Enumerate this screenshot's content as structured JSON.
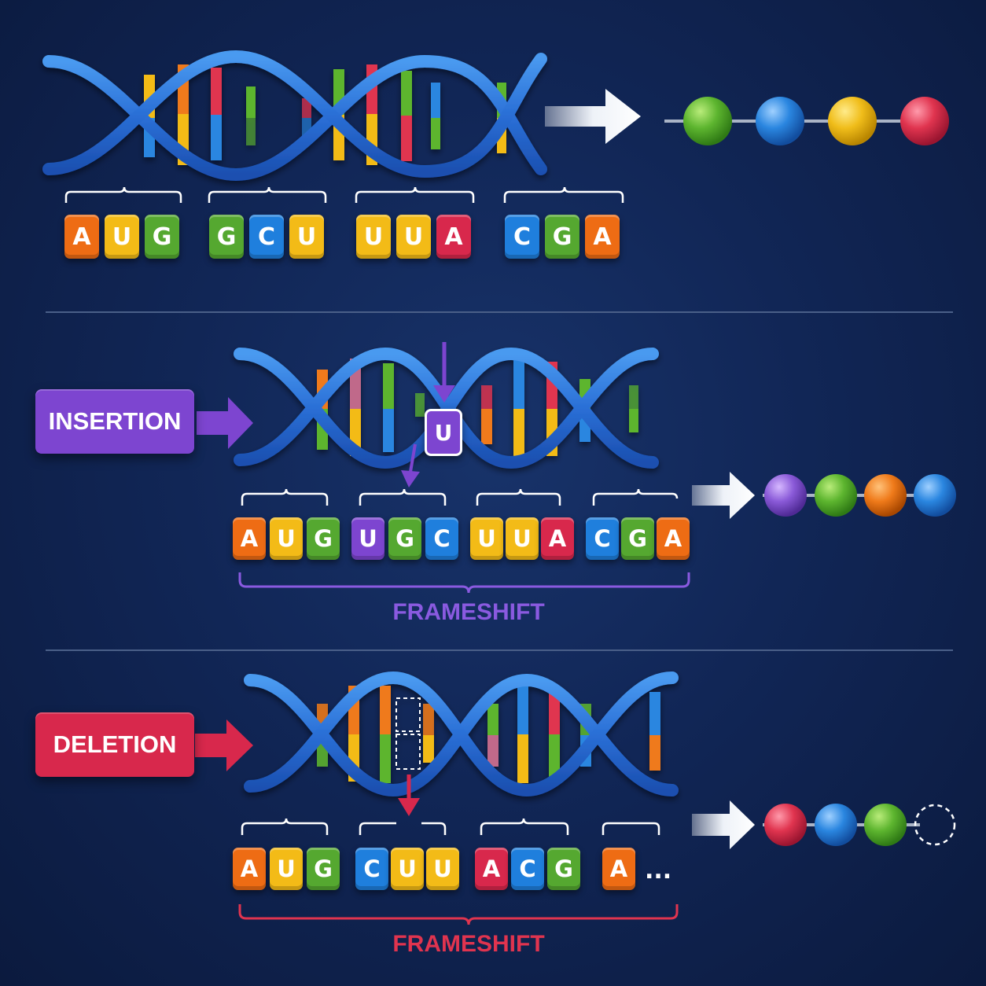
{
  "panels": [
    {
      "id": "original",
      "label": "",
      "codons": [
        [
          "A",
          "U",
          "G"
        ],
        [
          "G",
          "C",
          "U"
        ],
        [
          "U",
          "U",
          "A"
        ],
        [
          "C",
          "G",
          "A"
        ]
      ],
      "protein_colors": [
        "#5db52f",
        "#2a86e0",
        "#f0bd1a",
        "#e0344f"
      ]
    },
    {
      "id": "insertion",
      "label": "INSERTION",
      "label_color": "#7d45d0",
      "inserted_base": "U",
      "codons": [
        [
          "A",
          "U",
          "G"
        ],
        [
          "U",
          "G",
          "C"
        ],
        [
          "U",
          "U",
          "A"
        ],
        [
          "C",
          "G",
          "A"
        ]
      ],
      "frameshift_label": "FRAMESHIFT",
      "frameshift_color": "#8a5ae0",
      "protein_colors": [
        "#8a5ad8",
        "#5db52f",
        "#ef7a1a",
        "#2a86e0"
      ]
    },
    {
      "id": "deletion",
      "label": "DELETION",
      "label_color": "#d8284c",
      "codons": [
        [
          "A",
          "U",
          "G"
        ],
        [
          "C",
          "U",
          "U"
        ],
        [
          "A",
          "C",
          "G"
        ],
        [
          "A"
        ]
      ],
      "trailing": "...",
      "frameshift_label": "FRAMESHIFT",
      "frameshift_color": "#e0344f",
      "protein_colors": [
        "#e0344f",
        "#2a86e0",
        "#5db52f"
      ],
      "protein_missing": 1
    }
  ]
}
